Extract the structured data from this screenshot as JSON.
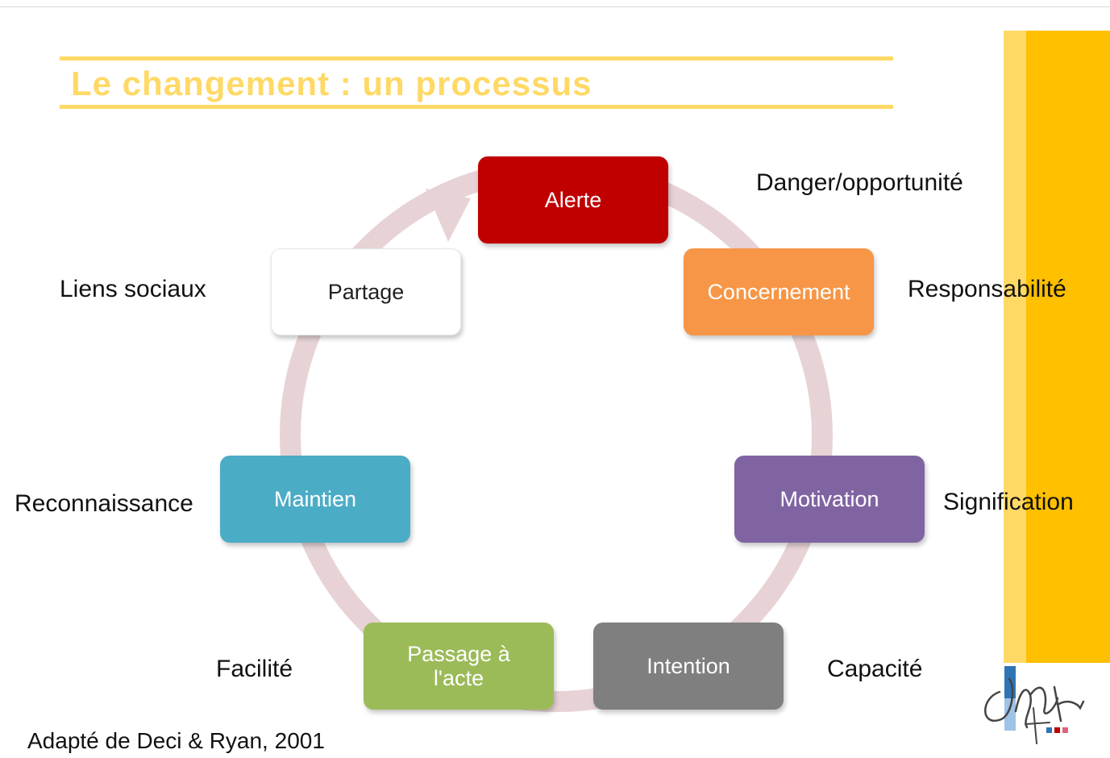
{
  "title": "Le changement : un processus",
  "colors": {
    "title": "#ffd966",
    "side_band": "#ffc000",
    "ring_arrow": "#e7d3d5",
    "alerte": "#c00000",
    "concernement": "#f79646",
    "motivation": "#8064a2",
    "intention": "#7f7f7f",
    "passage": "#9bbb59",
    "maintien": "#4bacc6",
    "partage": "#ffffff"
  },
  "steps": {
    "alerte": "Alerte",
    "concernement": "Concernement",
    "motivation": "Motivation",
    "intention": "Intention",
    "passage": "Passage à\nl'acte",
    "maintien": "Maintien",
    "partage": "Partage"
  },
  "outcomes": {
    "alerte": "Danger/opportunité",
    "concernement": "Responsabilité",
    "motivation": "Signification",
    "intention": "Capacité",
    "passage": "Facilité",
    "maintien": "Reconnaissance",
    "partage": "Liens sociaux"
  },
  "source": "Adapté de Deci & Ryan, 2001",
  "logo_icon": "institution-logo-icon"
}
